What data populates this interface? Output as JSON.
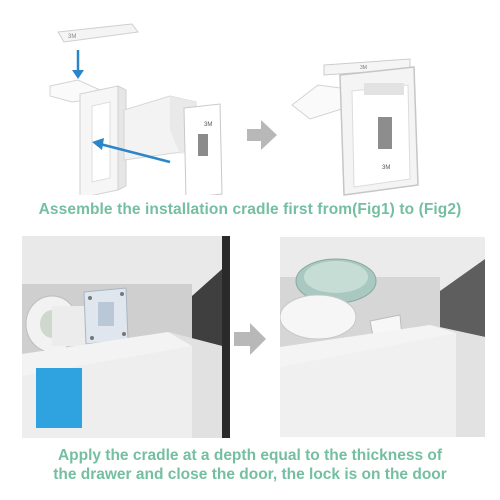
{
  "captions": {
    "top": "Assemble the installation cradle first from(Fig1) to (Fig2)",
    "bottom_line1": "Apply the cradle at a depth equal to the thickness of",
    "bottom_line2": "the drawer and close the door, the lock is on the door"
  },
  "brand_marks": [
    "3M",
    "3M",
    "3M",
    "3M"
  ],
  "colors": {
    "caption": "#74bfa1",
    "arrow_blue": "#2a86c9",
    "grey_arrow": "#b8b8b8",
    "blue_marker": "#2fa2e0",
    "drawer_white": "#f1f1f1"
  },
  "icons": [
    "down-arrow-icon",
    "left-arrow-icon",
    "right-arrow-icon",
    "corner-arrow-icon"
  ]
}
